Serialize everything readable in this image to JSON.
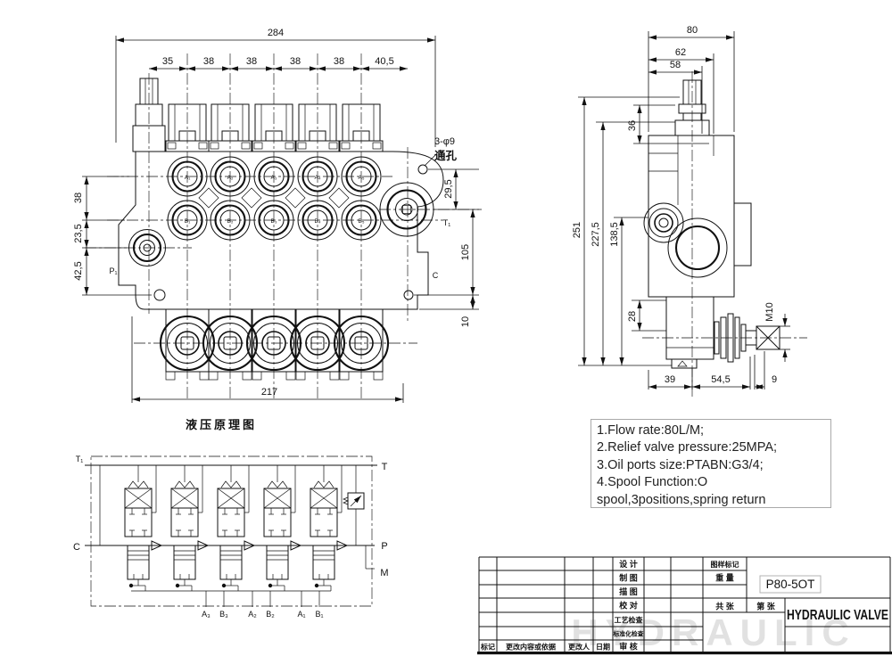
{
  "meta": {
    "line_color": "#111111",
    "paper_color": "#ffffff"
  },
  "front_view": {
    "dim_overall_width": "284",
    "dims_pitch": [
      "35",
      "38",
      "38",
      "38",
      "38",
      "40,5"
    ],
    "dims_left": [
      "38",
      "23,5",
      "42,5"
    ],
    "dims_right": [
      "29,5",
      "105",
      "10"
    ],
    "dim_base_width": "217",
    "hole_callout_line1": "3-φ9",
    "hole_callout_line2": "通孔",
    "ports_a": [
      "A₁",
      "A₂",
      "A₃",
      "A₄",
      "A₅"
    ],
    "ports_b": [
      "B₁",
      "B₂",
      "B₃",
      "B₄",
      "B₅"
    ],
    "port_p": "P₁",
    "port_t": "T₁",
    "port_c": "C"
  },
  "side_view": {
    "dims_top": [
      "80",
      "62",
      "58"
    ],
    "dims_left": [
      "251",
      "227,5",
      "138,5",
      "36",
      "28"
    ],
    "dims_bottom": [
      "39",
      "54,5",
      "9"
    ],
    "thread_callout": "M10"
  },
  "schematic": {
    "title": "液压原理图",
    "port_t1": "T₁",
    "port_t": "T",
    "port_c": "C",
    "port_p": "P",
    "port_m": "M",
    "work_ports": [
      "A₃",
      "B₃",
      "A₂",
      "B₂",
      "A₁",
      "B₁"
    ]
  },
  "notes": {
    "line1": "1.Flow rate:80L/M;",
    "line2": "2.Relief valve pressure:25MPA;",
    "line3": "3.Oil ports size:PTABN:G3/4;",
    "line4": "4.Spool Function:O",
    "line5": "spool,3positions,spring return"
  },
  "title_block": {
    "row_labels": [
      "设 计",
      "制 图",
      "描 图",
      "校 对",
      "工艺检查",
      "标准化检查",
      "审 核"
    ],
    "bottom_labels": [
      "标记",
      "更改内容或依据",
      "更改人",
      "日期"
    ],
    "mark_label": "图样标记",
    "weight_label": "重 量",
    "sheets_label": "共 张",
    "sheet_no_label": "第 张",
    "model": "P80-5OT",
    "product_name": "HYDRAULIC VALVE",
    "watermark": "HYDRAULIC"
  }
}
